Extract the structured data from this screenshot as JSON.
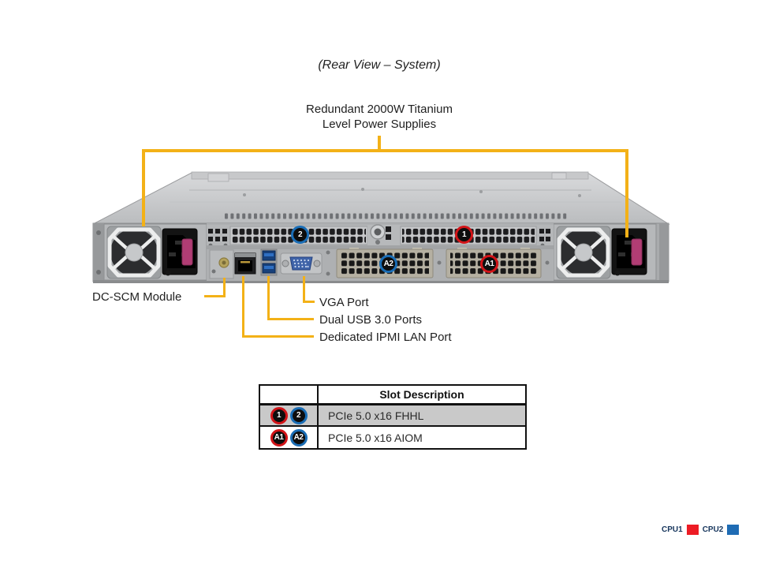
{
  "title": "(Rear View – System)",
  "psu_label": {
    "line1": "Redundant 2000W Titanium",
    "line2": "Level Power Supplies"
  },
  "callouts": {
    "dc_scm": "DC-SCM Module",
    "vga": "VGA Port",
    "usb": "Dual USB 3.0 Ports",
    "ipmi_lan": "Dedicated IPMI LAN Port"
  },
  "chassis_badges": {
    "slot1": "1",
    "slot2": "2",
    "slotA1": "A1",
    "slotA2": "A2"
  },
  "table": {
    "header": "Slot Description",
    "rows": [
      {
        "badges": [
          "1",
          "2"
        ],
        "badge_colors": [
          "#D21418",
          "#1A6DB5"
        ],
        "desc": "PCIe 5.0 x16 FHHL"
      },
      {
        "badges": [
          "A1",
          "A2"
        ],
        "badge_colors": [
          "#D21418",
          "#1A6DB5"
        ],
        "desc": "PCIe 5.0 x16 AIOM"
      }
    ]
  },
  "legend": {
    "cpu1": "CPU1",
    "cpu2": "CPU2",
    "cpu1_color": "#ED1C24",
    "cpu2_color": "#1F6CB4"
  },
  "colors": {
    "callout_yellow": "#F3B117",
    "badge_red_ring": "#D21418",
    "badge_blue_ring": "#1A6DB5",
    "chassis_light": "#D6D7D9",
    "chassis_dark": "#A9ABAD"
  }
}
